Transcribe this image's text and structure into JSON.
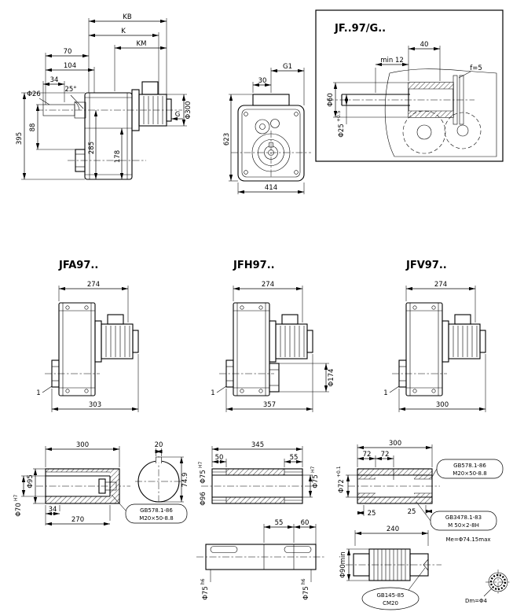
{
  "colors": {
    "bg": "#ffffff",
    "ink": "#000000"
  },
  "side_view": {
    "kb": "KB",
    "k": "K",
    "km": "KM",
    "d70": "70",
    "d104": "104",
    "d34": "34",
    "angle": "25°",
    "phi26": "Φ26",
    "d88": "88",
    "d395": "395",
    "d285": "285",
    "d178": "178",
    "g": "G",
    "phi300": "Φ300"
  },
  "front_view": {
    "d30": "30",
    "g1": "G1",
    "d623": "623",
    "d414": "414"
  },
  "detail_box": {
    "title": "JF..97/G..",
    "d40": "40",
    "min12": "min 12",
    "f5": "f=5",
    "phi60": "Φ60",
    "phi25": "Φ25",
    "phi25_tol": "+0.5"
  },
  "units": {
    "jfa": {
      "title": "JFA97..",
      "w_top": "274",
      "w_bottom": "303",
      "note": "1"
    },
    "jfh": {
      "title": "JFH97..",
      "w_top": "274",
      "w_bottom": "357",
      "note": "1",
      "phi174": "Φ174"
    },
    "jfv": {
      "title": "JFV97..",
      "w_top": "274",
      "w_bottom": "300",
      "note": "1"
    }
  },
  "shaft_left": {
    "d300": "300",
    "d20": "20",
    "phi95": "Φ95",
    "phi70": "Φ70",
    "phi70_tol": "H7",
    "d34": "34",
    "d270": "270",
    "d749": "74.9",
    "callout_line1": "GB578.1-86",
    "callout_line2": "M20×50-8.8"
  },
  "shaft_mid": {
    "d345": "345",
    "d50": "50",
    "d55_top": "55",
    "phi75_left": "Φ75",
    "phi75_left_tol": "H7",
    "phi75_right": "Φ75",
    "phi75_right_tol": "H7",
    "phi96": "Φ96",
    "d55_bot": "55",
    "d60": "60",
    "phi75h6_left": "Φ75",
    "phi75h6_left_tol": "h6",
    "phi75h6_right": "Φ75",
    "phi75h6_right_tol": "h6"
  },
  "shaft_right": {
    "d300": "300",
    "d72_a": "72",
    "d72_b": "72",
    "phi72": "Φ72",
    "phi72_tol": "+0.1",
    "d25_a": "25",
    "d25_b": "25",
    "bolt_callout_line1": "GB578.1-86",
    "bolt_callout_line2": "M20×50-8.8",
    "spline_callout_line1": "GB3478.1-83",
    "spline_callout_line2": "M 50×2-8H",
    "me": "Me=Φ74.15max",
    "d240": "240",
    "phi90": "Φ90min",
    "center_callout_line1": "GB145-85",
    "center_callout_line2": "CM20",
    "dm": "Dm=Φ4"
  }
}
